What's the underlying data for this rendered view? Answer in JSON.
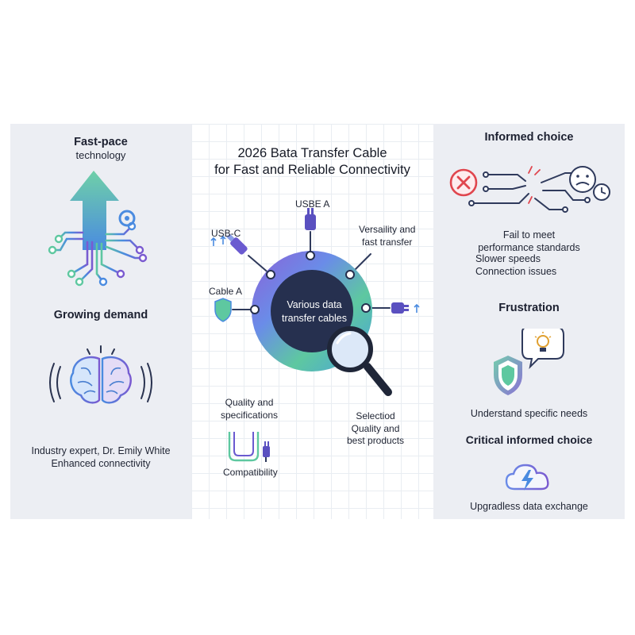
{
  "left_panel": {
    "heading_top_line1": "Fast-pace",
    "heading_top_line2": "technology",
    "heading_mid": "Growing demand",
    "note_line1": "Industry expert, Dr. Emily White",
    "note_line2": "Enhanced connectivity"
  },
  "center": {
    "title_line1": "2026 Bata Transfer Cable",
    "title_line2": "for Fast and Reliable Connectivity",
    "hub_line1": "Various data",
    "hub_line2": "transfer cables",
    "labels": {
      "usbe_a": "USBE A",
      "usb_c": "USB-C",
      "versatility_line1": "Versaility and",
      "versatility_line2": "fast transfer",
      "cable_a": "Cable A",
      "quality_line1": "Quality and",
      "quality_line2": "specifications",
      "selected_line1": "Selectiod",
      "selected_line2": "Quality and",
      "selected_line3": "best products",
      "compatibility": "Compatibility"
    }
  },
  "right_panel": {
    "heading_top": "Informed choice",
    "fail_line1": "Fail to meet",
    "fail_line2": "performance standards",
    "fail_line3": "Slower speeds",
    "fail_line4": "Connection issues",
    "heading_mid": "Frustration",
    "understand": "Understand specific needs",
    "heading_bottom": "Critical informed choice",
    "bottom_note": "Upgradless data exchange"
  },
  "colors": {
    "accent_purple": "#6a5ad0",
    "accent_blue": "#4a8be0",
    "accent_green": "#5ec8a0",
    "hub_dark": "#26304f",
    "error_red": "#e0464e"
  },
  "icons": {
    "top_left": "rising-arrow-circuit-icon",
    "mid_left": "brain-icon",
    "top_right": "broken-connection-icon",
    "mid_right": "shield-lightbulb-icon",
    "bottom_right": "cloud-lightning-icon",
    "center": "magnifier-icon"
  }
}
